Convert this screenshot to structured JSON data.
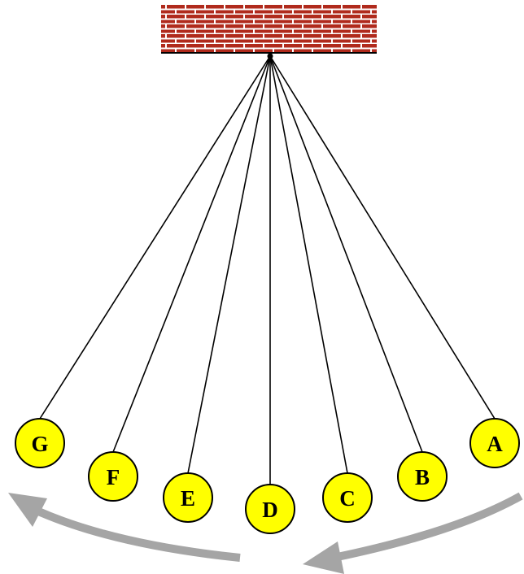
{
  "colors": {
    "brick": "#b02a1c",
    "mortar": "#ffffff",
    "string": "#000000",
    "bob_fill": "#ffff00",
    "bob_stroke": "#000000",
    "arrow": "#a5a5a5"
  },
  "support": {
    "icon": "brick-wall-icon"
  },
  "bobs": [
    {
      "label": "A"
    },
    {
      "label": "B"
    },
    {
      "label": "C"
    },
    {
      "label": "D"
    },
    {
      "label": "E"
    },
    {
      "label": "F"
    },
    {
      "label": "G"
    }
  ],
  "motion": {
    "direction": "right-to-left",
    "arrows": 2,
    "icon": "curved-arrow-icon"
  }
}
